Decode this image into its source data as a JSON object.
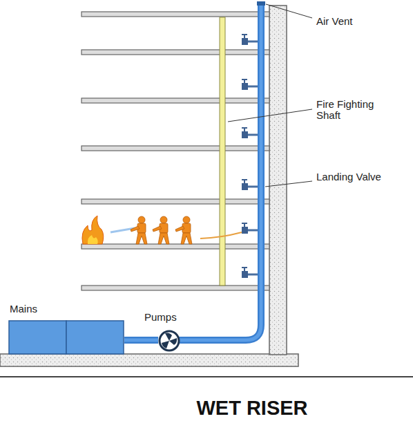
{
  "diagram": {
    "caption": "WET RISER",
    "nodes": [
      {
        "text": [
          "Mains"
        ]
      },
      {
        "text": [
          "Pumps"
        ]
      }
    ],
    "edges": [
      {
        "from": 0,
        "to": 1,
        "arrow": "none"
      }
    ],
    "labels": [
      "Air Vent",
      "Fire Fighting Shaft",
      "Landing Valve"
    ]
  }
}
